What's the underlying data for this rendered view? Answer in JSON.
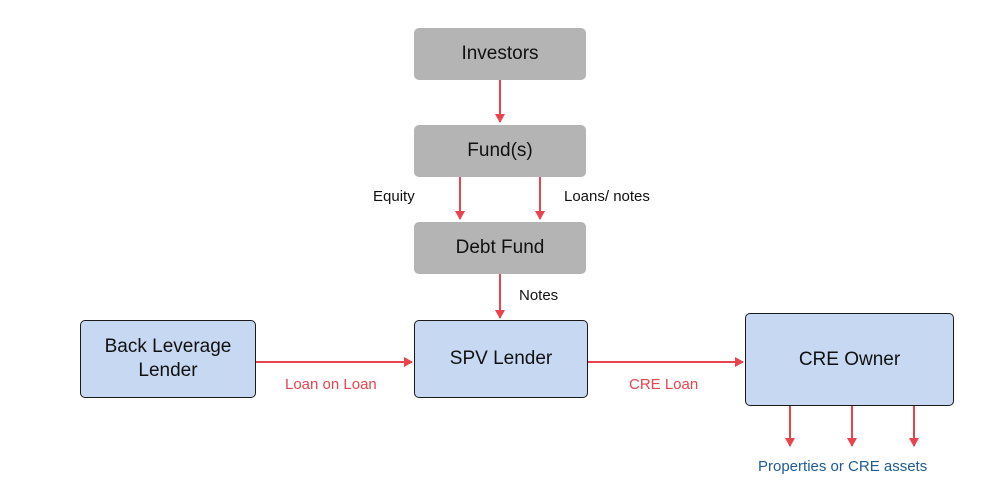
{
  "diagram": {
    "nodes": {
      "investors": "Investors",
      "funds": "Fund(s)",
      "debt_fund": "Debt Fund",
      "back_leverage_lender": "Back Leverage\nLender",
      "spv_lender": "SPV Lender",
      "cre_owner": "CRE Owner"
    },
    "labels": {
      "equity": "Equity",
      "loans_notes": "Loans/ notes",
      "notes": "Notes",
      "loan_on_loan": "Loan on Loan",
      "cre_loan": "CRE Loan",
      "properties": "Properties or CRE assets"
    }
  },
  "colors": {
    "arrow": "#e8444e",
    "gray_box": "#b4b4b4",
    "blue_box": "#c6d8f2",
    "box_border": "#1a1a1a",
    "properties_text": "#1f5a94"
  }
}
